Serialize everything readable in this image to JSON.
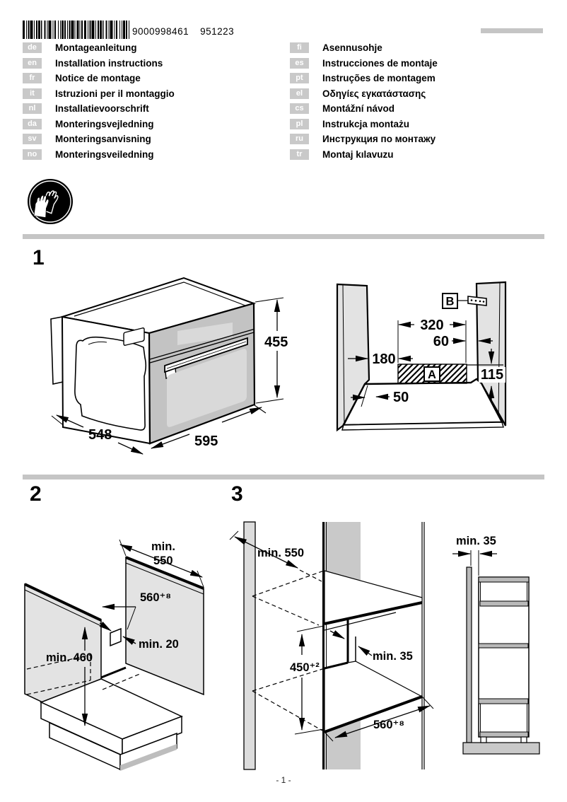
{
  "header": {
    "barcode_number": "9000998461",
    "revision_code": "951223",
    "languages_left": [
      {
        "code": "de",
        "title": "Montageanleitung"
      },
      {
        "code": "en",
        "title": "Installation instructions"
      },
      {
        "code": "fr",
        "title": "Notice de montage"
      },
      {
        "code": "it",
        "title": "Istruzioni per il montaggio"
      },
      {
        "code": "nl",
        "title": "Installatievoorschrift"
      },
      {
        "code": "da",
        "title": "Monteringsvejledning"
      },
      {
        "code": "sv",
        "title": "Monteringsanvisning"
      },
      {
        "code": "no",
        "title": "Monteringsveiledning"
      }
    ],
    "languages_right": [
      {
        "code": "fi",
        "title": "Asennusohje"
      },
      {
        "code": "es",
        "title": "Instrucciones de montaje"
      },
      {
        "code": "pt",
        "title": "Instruções de montagem"
      },
      {
        "code": "el",
        "title": "Οδηγίες εγκατάστασης"
      },
      {
        "code": "cs",
        "title": "Montážní návod"
      },
      {
        "code": "pl",
        "title": "Instrukcja montażu"
      },
      {
        "code": "ru",
        "title": "Инструкция по монтажу"
      },
      {
        "code": "tr",
        "title": "Montaj kılavuzu"
      }
    ]
  },
  "sections": {
    "one": {
      "label": "1",
      "oven": {
        "height": "455",
        "depth": "548",
        "width": "595"
      },
      "niche": {
        "width": "320",
        "right_inset": "60",
        "left_inset": "180",
        "height": "115",
        "front_offset": "50",
        "area_label": "A",
        "bracket_label": "B"
      }
    },
    "two": {
      "label": "2",
      "depth_label_line1": "min.",
      "depth_label_line2": "550",
      "width_label": "560⁺⁸",
      "rear_gap_label": "min. 20",
      "height_label": "min. 460"
    },
    "three": {
      "label": "3",
      "depth_label": "min. 550",
      "height_label": "450⁺²",
      "rear_gap_label": "min. 35",
      "width_label": "560⁺⁸",
      "side_gap_label": "min. 35"
    }
  },
  "footer": {
    "page_number": "- 1 -"
  }
}
